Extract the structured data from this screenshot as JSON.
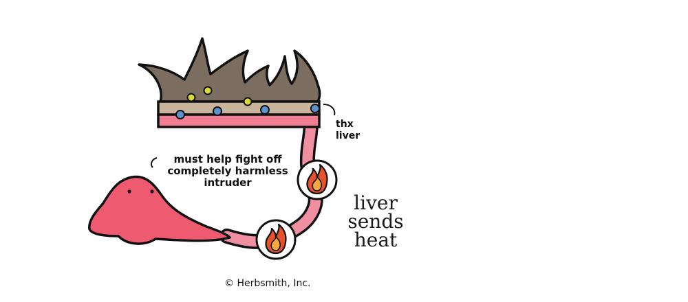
{
  "annotations": {
    "must_help": "must help fight off\ncompletely harmless\nintruder",
    "thx_liver": "thx\nliver",
    "liver_sends_heat": "liver\nsends\nheat"
  },
  "copyright": "© Herbsmith, Inc.",
  "colors": {
    "outline": "#111111",
    "hair": "#7b6e60",
    "skin_top": "#c9b59c",
    "skin_bottom": "#f07f94",
    "vessel": "#f08fa2",
    "liver": "#ee5a70",
    "liver_lip": "#f6b4be",
    "allergen_dot": "#d8da3c",
    "immune_dot": "#5c93cf",
    "flame_outer": "#e4512b",
    "flame_inner": "#f6a83a"
  },
  "icons": {
    "flame": "flame-icon",
    "hair": "hair-spikes",
    "allergen": "allergen-dot",
    "immune": "immune-cell-dot"
  }
}
